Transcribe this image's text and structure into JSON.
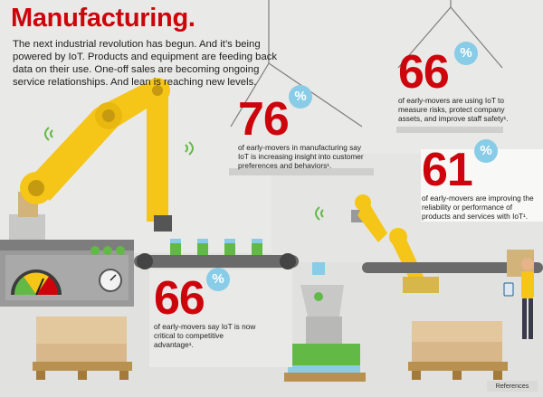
{
  "title": "Manufacturing.",
  "intro": "The next industrial revolution has begun. And it’s being powered by IoT. Products and equipment are feeding back data on their use. One-off sales are becoming ongoing service relationships. And lean is reaching new levels.",
  "stats": [
    {
      "number": "76",
      "unit": "%",
      "text": "of early-movers  in manufacturing say IoT is increasing insight into customer preferences and behaviors¹."
    },
    {
      "number": "66",
      "unit": "%",
      "text": "of early-movers are using IoT to measure risks, protect company assets, and improve staff safety¹."
    },
    {
      "number": "61",
      "unit": "%",
      "text": "of early-movers are improving the reliability or performance of products and services with IoT¹."
    },
    {
      "number": "66",
      "unit": "%",
      "text": "of early-movers say IoT is now critical to competitive advantage¹."
    }
  ],
  "references_label": "References",
  "colors": {
    "brand_red": "#cd040b",
    "accent_blue": "#88cce7",
    "robot_yellow": "#f5c518",
    "conveyor_gray": "#6a6a6a",
    "green": "#62b946"
  },
  "icons": [
    "robot-arm-icon",
    "wifi-signal-icon",
    "gauge-icon",
    "tablet-icon"
  ]
}
